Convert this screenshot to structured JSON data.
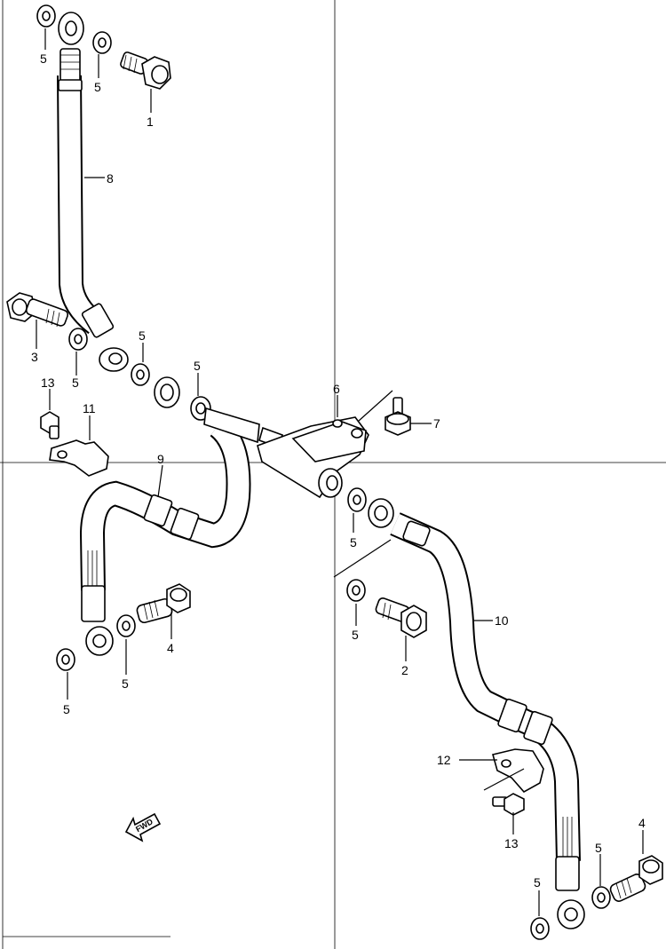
{
  "labels": {
    "l1": "1",
    "l2": "2",
    "l3": "3",
    "l4a": "4",
    "l4b": "4",
    "l5a": "5",
    "l5b": "5",
    "l5c": "5",
    "l5d": "5",
    "l5e": "5",
    "l5f": "5",
    "l5g": "5",
    "l5h": "5",
    "l5i": "5",
    "l5j": "5",
    "l5k": "5",
    "l6": "6",
    "l7": "7",
    "l8": "8",
    "l9": "9",
    "l10": "10",
    "l11": "11",
    "l12": "12",
    "l13a": "13",
    "l13b": "13"
  },
  "fwd": "FWD"
}
